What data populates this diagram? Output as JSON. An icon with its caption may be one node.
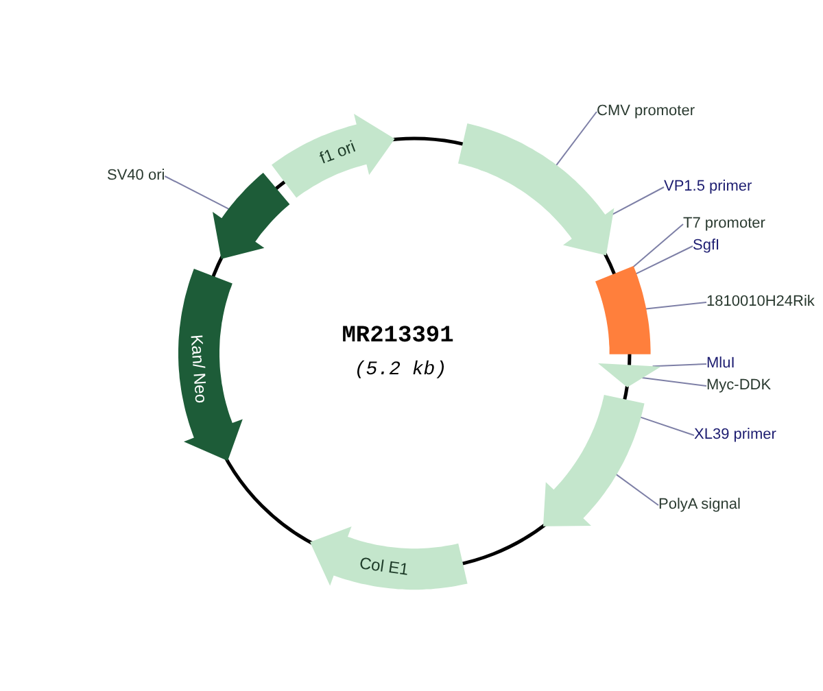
{
  "diagram": {
    "title": "MR213391",
    "nodes": [
      {
        "text": [
          "f1 ori"
        ]
      },
      {
        "text": [],
        "shape": "arrow"
      },
      {
        "text": [
          "CMV promoter"
        ]
      },
      {
        "text": [
          "SV40 ori"
        ]
      },
      {
        "text": [],
        "shape": "arrow"
      },
      {
        "text": [
          "VP1.5 primer"
        ]
      },
      {
        "text": [
          "T7 promoter"
        ]
      },
      {
        "text": [
          "SgfI"
        ]
      },
      {
        "text": [],
        "shape": "box"
      },
      {
        "text": [
          "1810010H24Rik"
        ]
      },
      {
        "text": [
          "Kan/ Neo"
        ]
      },
      {
        "text": [
          "MluI"
        ]
      },
      {
        "text": [],
        "shape": "triangle"
      },
      {
        "text": [
          "Myc-DDK"
        ]
      },
      {
        "text": [],
        "shape": "arrow"
      },
      {
        "text": [
          "XL39 primer"
        ]
      },
      {
        "text": [
          "PolyA signal"
        ]
      },
      {
        "text": [
          "Col E1"
        ]
      }
    ],
    "edges": [
      {
        "from": 2,
        "to": 1,
        "arrow": "none"
      },
      {
        "from": 3,
        "to": 4,
        "arrow": "none"
      },
      {
        "from": 5,
        "to": 1,
        "arrow": "none"
      },
      {
        "from": 6,
        "to": 8,
        "arrow": "none"
      },
      {
        "from": 7,
        "to": 8,
        "arrow": "none"
      },
      {
        "from": 9,
        "to": 8,
        "arrow": "none"
      },
      {
        "from": 11,
        "to": 12,
        "arrow": "none"
      },
      {
        "from": 13,
        "to": 12,
        "arrow": "none"
      },
      {
        "from": 15,
        "to": 14,
        "arrow": "none"
      },
      {
        "from": 16,
        "to": 14,
        "arrow": "none"
      }
    ],
    "labels": [
      "(5.2 kb)"
    ]
  }
}
